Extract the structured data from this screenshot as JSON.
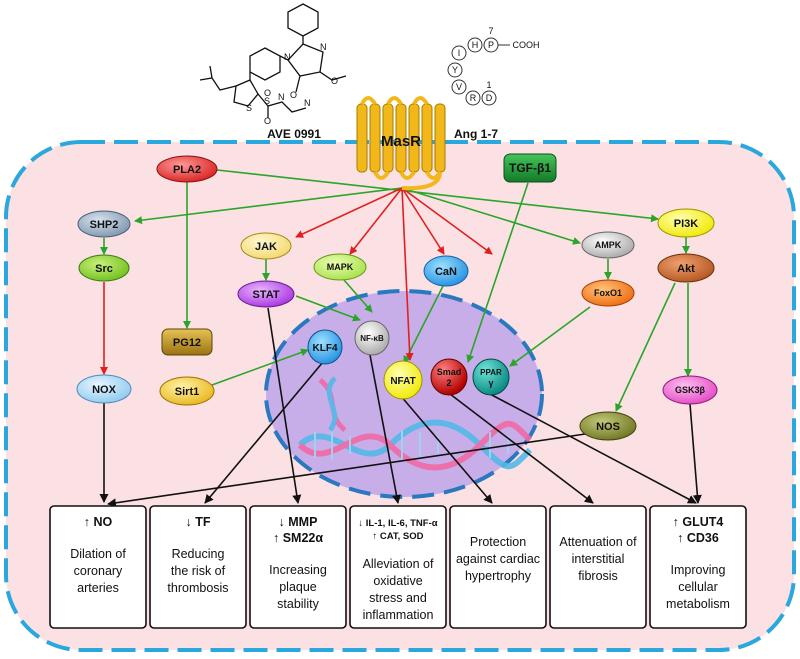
{
  "ligands": {
    "ave": "AVE 0991",
    "ang": "Ang 1-7",
    "ang_residues": [
      "I",
      "H",
      "P",
      "Y",
      "V",
      "R",
      "D"
    ],
    "ang_num_top": "7",
    "ang_num_bottom": "1",
    "ang_cooh": "COOH",
    "ave_atoms": [
      "N",
      "N",
      "O",
      "S",
      "S",
      "O",
      "O",
      "N",
      "N",
      "O",
      "O"
    ]
  },
  "receptor": "MasR",
  "nodes": {
    "pla2": "PLA2",
    "tgfb1": "TGF-β1",
    "shp2": "SHP2",
    "src": "Src",
    "nox": "NOX",
    "jak": "JAK",
    "stat": "STAT",
    "mapk": "MAPK",
    "can": "CaN",
    "ampk": "AMPK",
    "foxo1": "FoxO1",
    "pi3k": "PI3K",
    "akt": "Akt",
    "gsk3b": "GSK3β",
    "nos": "NOS",
    "pg12": "PG12",
    "sirt1": "Sirt1",
    "klf4": "KLF4",
    "nfkb": "NF-κB",
    "nfat": "NFAT",
    "smad2_a": "Smad",
    "smad2_b": "2",
    "ppar_a": "PPAR",
    "ppar_b": "γ"
  },
  "outcomes": [
    {
      "head": [
        "↑ NO"
      ],
      "body": [
        "Dilation of",
        "coronary",
        "arteries"
      ]
    },
    {
      "head": [
        "↓ TF"
      ],
      "body": [
        "Reducing",
        "the risk of",
        "thrombosis"
      ]
    },
    {
      "head": [
        "↓ MMP",
        "↑ SM22α"
      ],
      "body": [
        "Increasing",
        "plaque",
        "stability"
      ]
    },
    {
      "head": [
        "↓ IL-1, IL-6, TNF-α",
        "↑ CAT, SOD"
      ],
      "body": [
        "Alleviation of",
        "oxidative",
        "stress and",
        "inflammation"
      ]
    },
    {
      "head": [],
      "body": [
        "Protection",
        "against cardiac",
        "hypertrophy"
      ]
    },
    {
      "head": [],
      "body": [
        "Attenuation of",
        "interstitial",
        "fibrosis"
      ]
    },
    {
      "head": [
        "↑ GLUT4",
        "↑ CD36"
      ],
      "body": [
        "Improving",
        "cellular",
        "metabolism"
      ]
    }
  ],
  "colors": {
    "cell_fill": "#fbe1e3",
    "cell_border": "#2aa7dd",
    "nucleus_fill": "#c8aee8",
    "nucleus_border": "#2a78c0",
    "receptor": "#f2b81a",
    "green_arrow": "#2aa52a",
    "red_arrow": "#e02020"
  }
}
